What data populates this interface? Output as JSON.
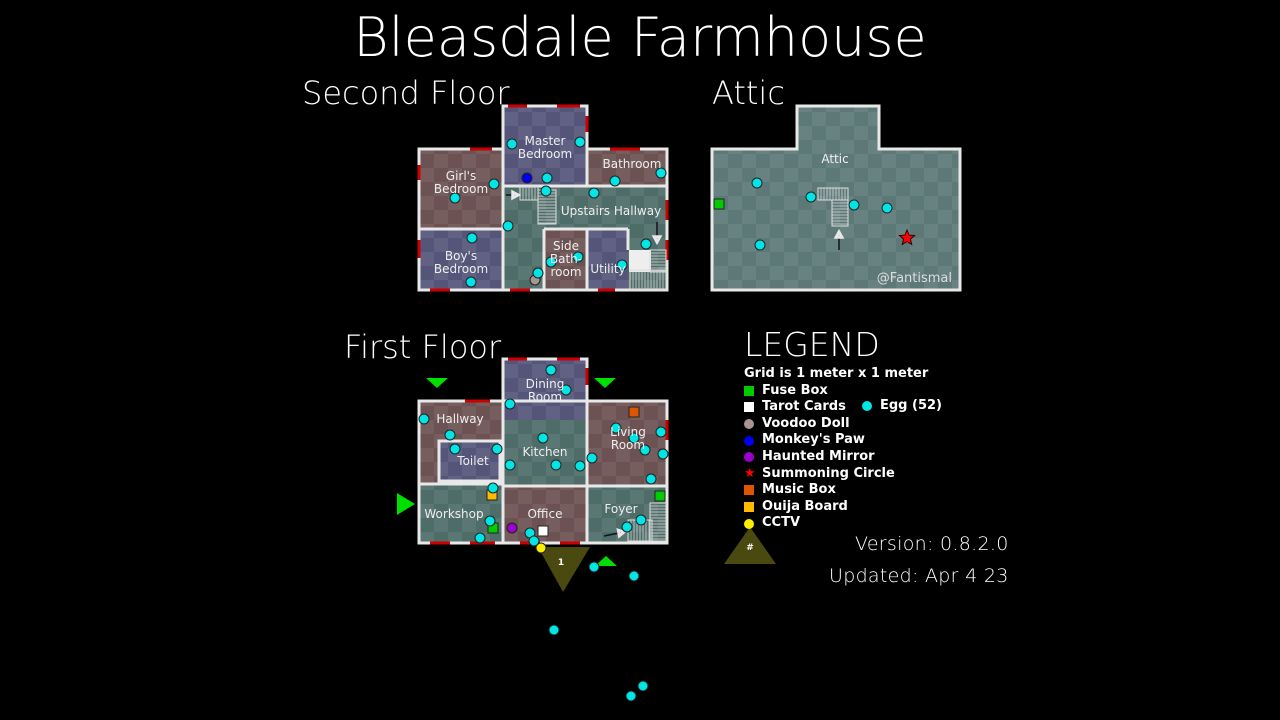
{
  "title": "Bleasdale Farmhouse",
  "floors": {
    "second": {
      "label": "Second Floor",
      "rooms": [
        "Master Bedroom",
        "Girl's Bedroom",
        "Bathroom",
        "Upstairs Hallway",
        "Boy's Bedroom",
        "Side Bathroom",
        "Utility"
      ]
    },
    "attic": {
      "label": "Attic",
      "rooms": [
        "Attic"
      ],
      "credit": "@Fantismal"
    },
    "first": {
      "label": "First Floor",
      "rooms": [
        "Dining Room",
        "Hallway",
        "Toilet",
        "Kitchen",
        "Living Room",
        "Workshop",
        "Office",
        "Foyer"
      ],
      "camera_number": "1"
    }
  },
  "legend": {
    "title": "LEGEND",
    "grid_note": "Grid is 1 meter x 1 meter",
    "items": [
      {
        "label": "Fuse Box",
        "shape": "square",
        "color": "#00cc00"
      },
      {
        "label": "Tarot Cards",
        "shape": "square",
        "color": "#ffffff"
      },
      {
        "label": "Voodoo Doll",
        "shape": "circle",
        "color": "#a89490"
      },
      {
        "label": "Monkey's Paw",
        "shape": "circle",
        "color": "#0000ee"
      },
      {
        "label": "Haunted Mirror",
        "shape": "circle",
        "color": "#9900cc"
      },
      {
        "label": "Summoning Circle",
        "shape": "star",
        "color": "#ff0000"
      },
      {
        "label": "Music Box",
        "shape": "square",
        "color": "#dd5500"
      },
      {
        "label": "Ouija Board",
        "shape": "square",
        "color": "#ffbb00"
      },
      {
        "label": "CCTV",
        "shape": "circle",
        "color": "#ffee00"
      }
    ],
    "egg": {
      "label": "Egg (52)",
      "color": "#00e5e5"
    },
    "camera_symbol": "#"
  },
  "version": "Version: 0.8.2.0",
  "updated": "Updated: Apr 4 23",
  "colors": {
    "entry": "#00e000",
    "window": "#cc0000",
    "camera_cone": "#4a4a10"
  }
}
